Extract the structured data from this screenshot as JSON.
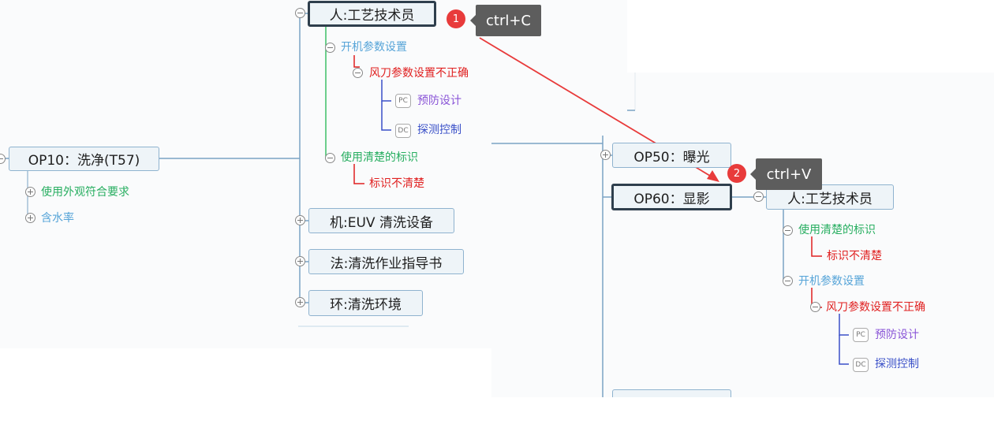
{
  "left": {
    "root": "OP10：洗净(T57)",
    "root_children": [
      "使用外观符合要求",
      "含水率"
    ],
    "branch_person": "人:工艺技术员",
    "startup_params": "开机参数设置",
    "air_knife": "风刀参数设置不正确",
    "pc_badge": "PC",
    "pc_label": "预防设计",
    "dc_badge": "DC",
    "dc_label": "探测控制",
    "use_clear_mark": "使用清楚的标识",
    "mark_unclear": "标识不清楚",
    "branch_machine": "机:EUV 清洗设备",
    "branch_method": "法:清洗作业指导书",
    "branch_env": "环:清洗环境"
  },
  "right": {
    "op50": "OP50：曝光",
    "op60": "OP60：显影",
    "branch_person": "人:工艺技术员",
    "use_clear_mark": "使用清楚的标识",
    "mark_unclear": "标识不清楚",
    "startup_params": "开机参数设置",
    "air_knife": "风刀参数设置不正确",
    "pc_badge": "PC",
    "pc_label": "预防设计",
    "dc_badge": "DC",
    "dc_label": "探测控制"
  },
  "steps": [
    {
      "number": "1",
      "shortcut": "ctrl+C"
    },
    {
      "number": "2",
      "shortcut": "ctrl+V"
    }
  ],
  "colors": {
    "green": "#27ae60",
    "blue": "#56a4d8",
    "red": "#e02020",
    "purple": "#8a55d7",
    "navy": "#3a50c8",
    "arrow": "#e83b3b"
  }
}
